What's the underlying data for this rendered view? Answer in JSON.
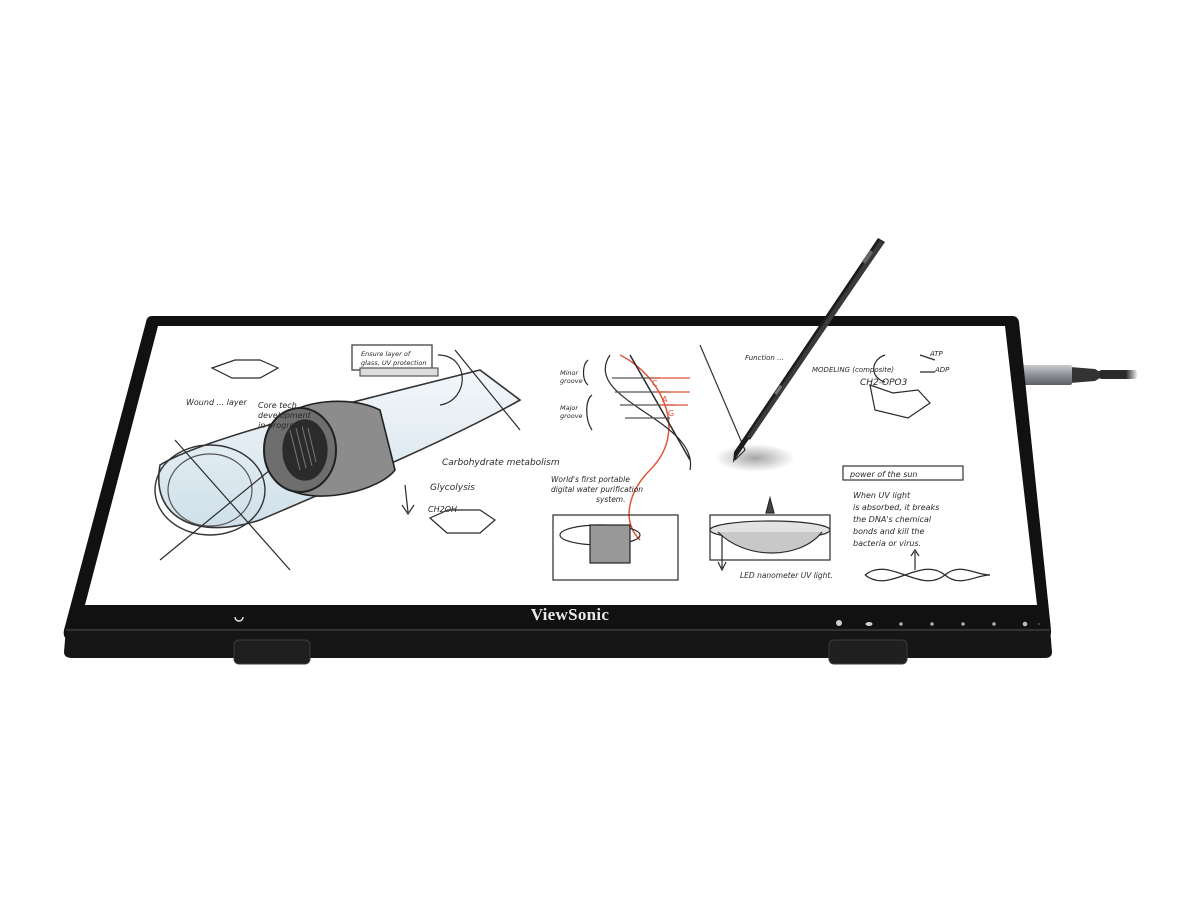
{
  "product": {
    "brand": "ViewSonic",
    "type": "portable touchscreen monitor",
    "colors": {
      "bezel": "#111111",
      "screen": "#ffffff",
      "sketch_ink": "#2a2a2a",
      "dna_accent": "#e0553a",
      "cable_metal": "#8a8c90"
    }
  },
  "bezel": {
    "logo": "ViewSonic",
    "power_icon": "power-icon",
    "buttons": [
      "input-icon",
      "menu-icon",
      "button-dot",
      "button-dot",
      "button-dot",
      "button-dot",
      "settings-icon",
      "led-indicator"
    ]
  },
  "accessories": {
    "stylus": "active-stylus",
    "cable": "usb-c-cable"
  },
  "screen_sketch": {
    "notes_left": [
      "Wound ... layer",
      "Core tech development in progress",
      "Ensure layer of glass, UV protection"
    ],
    "notes_mid": [
      "Carbohydrate metabolism",
      "Glycolysis",
      "CH2OH",
      "World's first portable digital water purification system"
    ],
    "dna_labels": [
      "Minor groove",
      "Major groove",
      "T",
      "C",
      "A",
      "G",
      "5'"
    ],
    "notes_right": [
      "Function ...",
      "MODELING (composite)",
      "ATP",
      "ADP",
      "CH2-OPO3"
    ],
    "uv_box": [
      "LED nanometer UV light."
    ],
    "callout_title": "power of the sun",
    "callout_text": [
      "When UV light is absorbed, it breaks",
      "the DNA's chemical",
      "bonds and kill the",
      "bacteria or virus."
    ]
  }
}
